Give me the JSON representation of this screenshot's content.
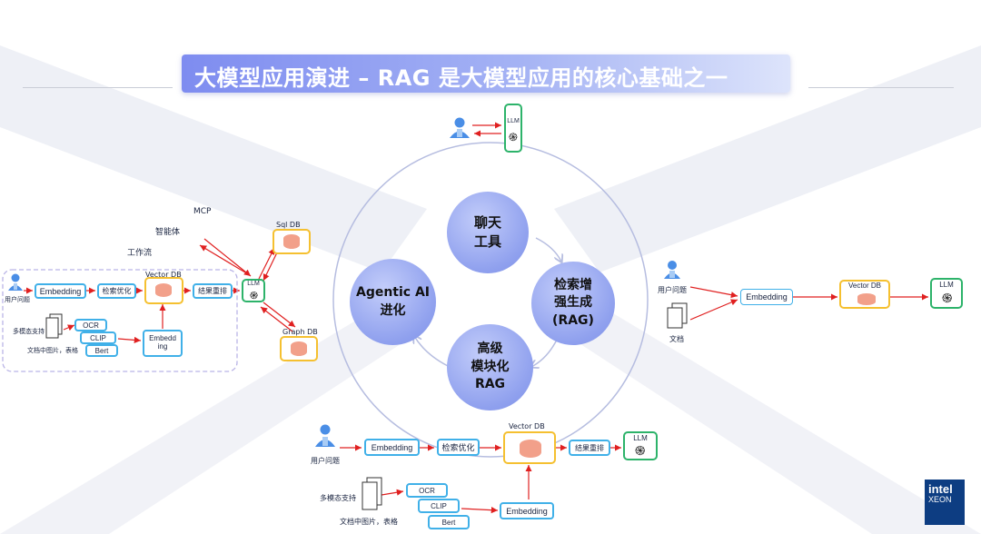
{
  "title": "大模型应用演进 – RAG 是大模型应用的核心基础之一",
  "cycle": {
    "chat": [
      "聊天",
      "工具"
    ],
    "rag": [
      "检索增",
      "强生成",
      "(RAG)"
    ],
    "modular": [
      "高级",
      "模块化",
      "RAG"
    ],
    "agentic": [
      "Agentic AI",
      "进化"
    ]
  },
  "top": {
    "llm": "LLM"
  },
  "right": {
    "user_question": "用户问题",
    "docs": "文档",
    "embedding": "Embedding",
    "vector_db": "Vector DB",
    "llm": "LLM"
  },
  "left": {
    "mcp": "MCP",
    "agent": "智能体",
    "workflow": "工作流",
    "user_question": "用户问题",
    "embedding": "Embedding",
    "retrieval_opt": "检索优化",
    "vector_db": "Vector DB",
    "rerank": "结果重排",
    "llm": "LLM",
    "sql_db": "Sql DB",
    "graph_db": "Graph DB",
    "multimodal": "多模态支持",
    "doc_images": "文档中图片，表格",
    "ocr": "OCR",
    "clip": "CLIP",
    "bert": "Bert",
    "embedding2": "Embedd ing"
  },
  "bottom": {
    "user_question": "用户问题",
    "embedding": "Embedding",
    "retrieval_opt": "检索优化",
    "vector_db": "Vector DB",
    "rerank": "结果重排",
    "llm": "LLM",
    "multimodal": "多模态支持",
    "doc_images": "文档中图片，表格",
    "ocr": "OCR",
    "clip": "CLIP",
    "bert": "Bert",
    "embedding2": "Embedding"
  },
  "logo": {
    "line1": "intel",
    "line2": "XEON"
  },
  "colors": {
    "title_start": "#7e8cf0",
    "arrow": "#e02020",
    "box_border": "#40b0e8",
    "db_border": "#f5c030",
    "llm_border": "#2db36a",
    "circle": "#8fa0ee"
  }
}
